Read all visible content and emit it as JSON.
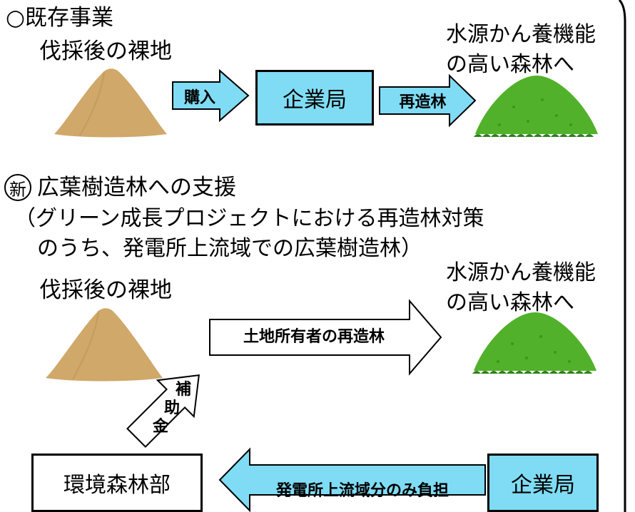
{
  "colors": {
    "box_blue": "#7fdcf4",
    "arrow_blue": "#7fdcf4",
    "sand": "#cfa86a",
    "forest": "#52b12a"
  },
  "section1": {
    "heading": "○既存事業",
    "bare_land": "伐採後の裸地",
    "arrow_purchase": "購入",
    "bureau": "企業局",
    "arrow_reforest": "再造林",
    "forest_line1": "水源かん養機能",
    "forest_line2": "の高い森林へ"
  },
  "section2": {
    "new_mark": "新",
    "heading": "広葉樹造林への支援",
    "paren_line1": "（グリーン成長プロジェクトにおける再造林対策",
    "paren_line2": "のうち、発電所上流域での広葉樹造林）",
    "bare_land": "伐採後の裸地",
    "arrow_owner": "土地所有者の再造林",
    "forest_line1": "水源かん養機能",
    "forest_line2": "の高い森林へ",
    "subsidy": "補助金",
    "env_dept": "環境森林部",
    "arrow_burden": "発電所上流域分のみ負担",
    "bureau": "企業局"
  }
}
